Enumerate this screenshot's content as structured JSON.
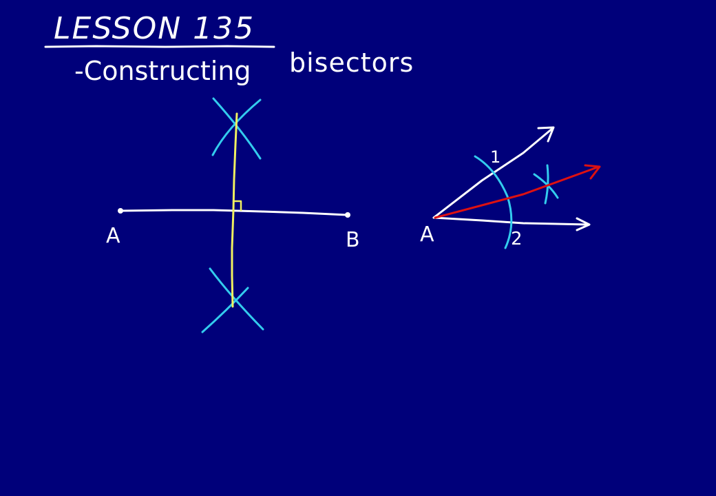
{
  "background_color": "#00007a",
  "title": {
    "lesson": "LESSON 135",
    "subtitle_part1": "-Constructing",
    "subtitle_part2": "bisectors"
  },
  "colors": {
    "chalk_white": "#ffffff",
    "compass_arc": "#33ccee",
    "perpendicular_bisector": "#f0f060",
    "angle_bisector": "#dd1111"
  },
  "segment_bisector": {
    "point_a_label": "A",
    "point_b_label": "B"
  },
  "angle_bisector": {
    "vertex_label": "A",
    "arc_point_1_label": "1",
    "arc_point_2_label": "2"
  }
}
